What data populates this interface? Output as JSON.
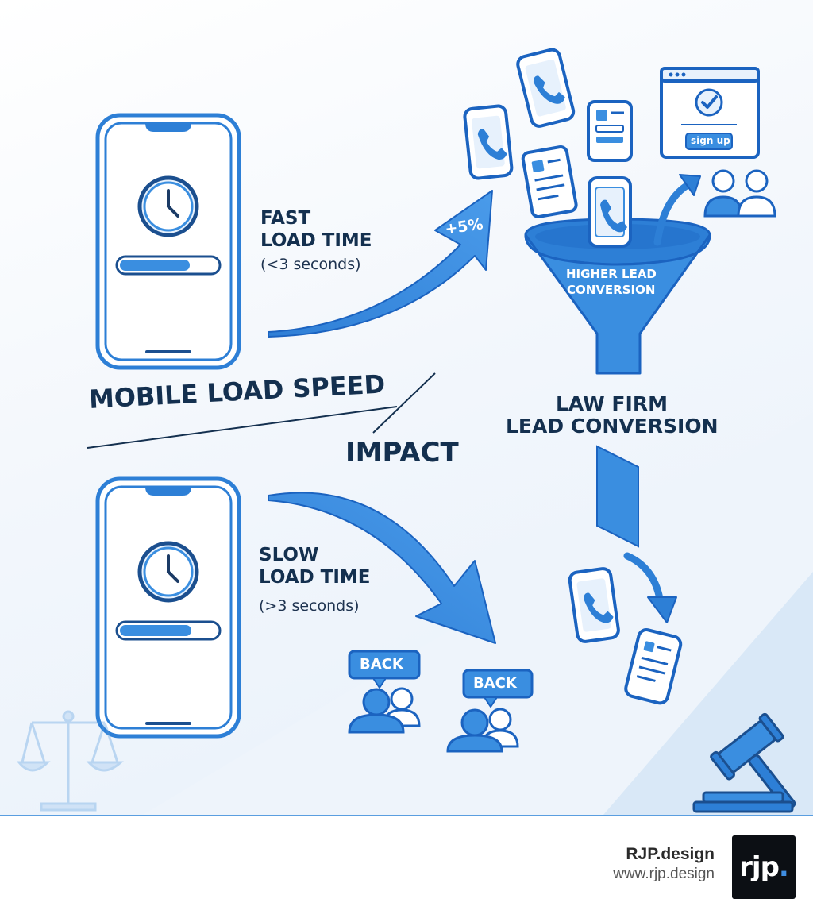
{
  "title": {
    "line1": "MOBILE LOAD SPEED",
    "line2": "IMPACT"
  },
  "fast": {
    "title_line1": "FAST",
    "title_line2": "LOAD TIME",
    "detail": "(<3 seconds)",
    "badge": "+5%"
  },
  "slow": {
    "title_line1": "SLOW",
    "title_line2": "LOAD TIME",
    "detail": "(>3 seconds)",
    "back_labels": [
      "BACK",
      "BACK"
    ]
  },
  "funnel": {
    "label_line1": "HIGHER LEAD",
    "label_line2": "CONVERSION"
  },
  "signup": {
    "button": "sign up"
  },
  "conversion": {
    "line1": "LAW FIRM",
    "line2": "LEAD CONVERSION"
  },
  "footer": {
    "brand": "RJP.design",
    "url": "www.rjp.design",
    "logo_text": "rjp",
    "logo_dot": "."
  },
  "colors": {
    "primary_blue": "#3a8ee0",
    "outline_blue": "#1b63c0",
    "light_blue": "#e3f0fb",
    "heading_navy": "#14304f"
  },
  "icons": [
    "smartphone-icon",
    "clock-icon",
    "handshake-icon",
    "form-icon",
    "funnel-icon",
    "checkmark-icon",
    "users-icon",
    "scales-of-justice-icon",
    "gavel-icon"
  ]
}
